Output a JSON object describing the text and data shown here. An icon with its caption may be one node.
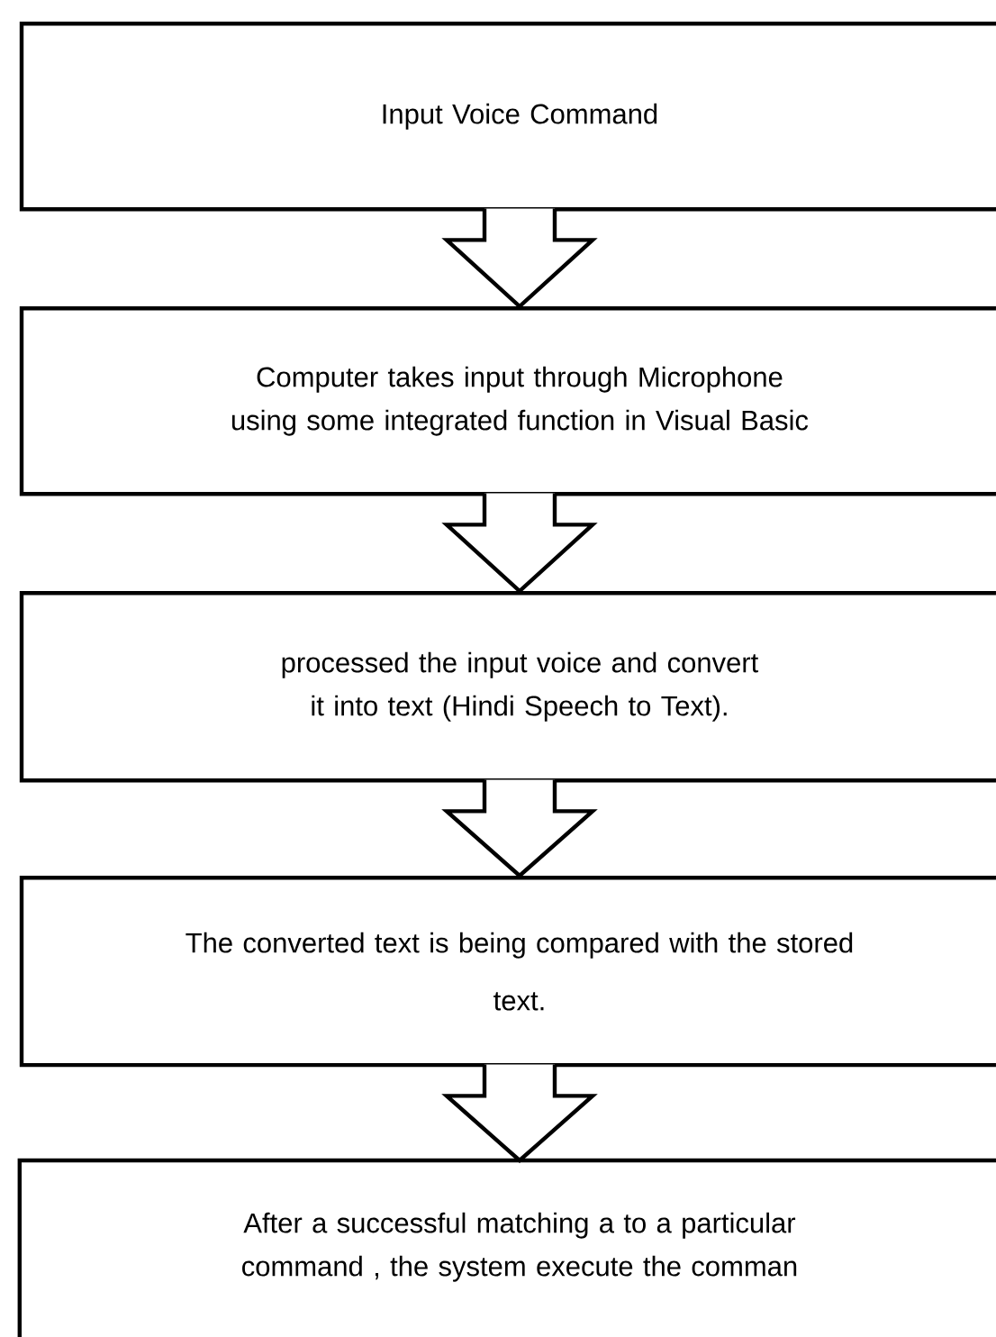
{
  "diagram": {
    "nodes": [
      {
        "text": [
          "Input Voice Command"
        ]
      },
      {
        "text": [
          "Computer takes input through Microphone using some integrated function in Visual Basic"
        ]
      },
      {
        "text": [
          "processed the input voice and convert it into text (Hindi Speech to Text)."
        ]
      },
      {
        "text": [
          "The converted text is being compared with the stored",
          "text."
        ]
      },
      {
        "text": [
          "After a successful matching a to a particular command , the system execute the comman"
        ]
      }
    ],
    "edges": [
      {
        "from": 0,
        "to": 1,
        "arrow": "to"
      },
      {
        "from": 1,
        "to": 2,
        "arrow": "to"
      },
      {
        "from": 2,
        "to": 3,
        "arrow": "to"
      },
      {
        "from": 3,
        "to": 4,
        "arrow": "to"
      }
    ]
  }
}
